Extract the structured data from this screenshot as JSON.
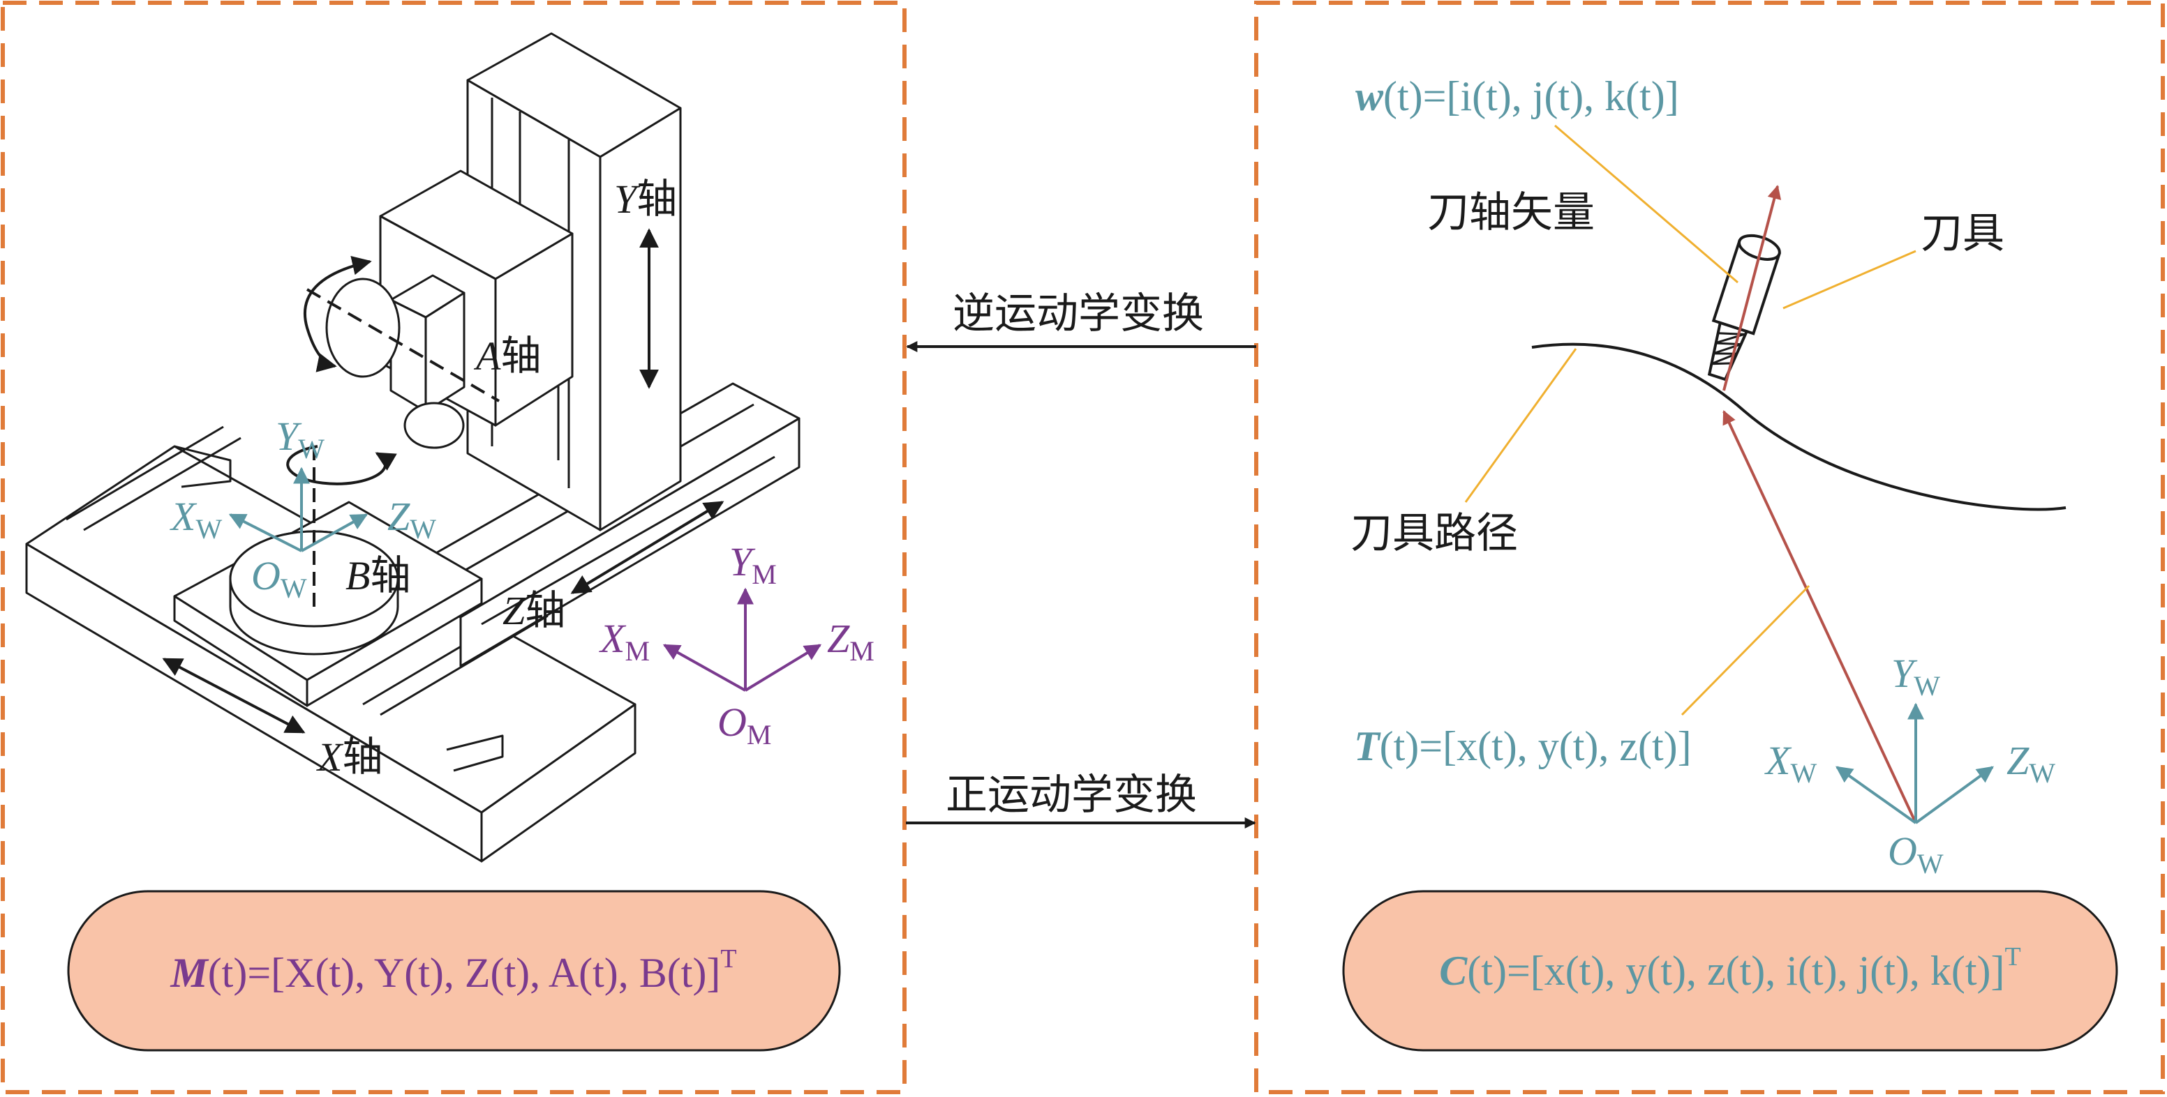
{
  "colors": {
    "panel_border": "#e07b39",
    "pill_fill": "#f9c3a8",
    "teal": "#5b97a3",
    "purple": "#7a3a8e",
    "dark_red": "#b5524a",
    "leader_orange": "#f0b030"
  },
  "left_panel": {
    "axis_labels": {
      "y_axis": {
        "var": "Y",
        "suffix": "轴"
      },
      "a_axis": {
        "var": "A",
        "suffix": "轴"
      },
      "b_axis": {
        "var": "B",
        "suffix": "轴"
      },
      "z_axis": {
        "var": "Z",
        "suffix": "轴"
      },
      "x_axis": {
        "var": "X",
        "suffix": "轴"
      }
    },
    "workpiece_frame": {
      "y": {
        "main": "Y",
        "sub": "W"
      },
      "x": {
        "main": "X",
        "sub": "W"
      },
      "z": {
        "main": "Z",
        "sub": "W"
      },
      "o": {
        "main": "O",
        "sub": "W"
      }
    },
    "machine_frame": {
      "y": {
        "main": "Y",
        "sub": "M"
      },
      "x": {
        "main": "X",
        "sub": "M"
      },
      "z": {
        "main": "Z",
        "sub": "M"
      },
      "o": {
        "main": "O",
        "sub": "M"
      }
    },
    "formula": {
      "name": "M",
      "body": "(t)=[X(t), Y(t), Z(t), A(t), B(t)]",
      "sup": "T"
    }
  },
  "arrows": {
    "inverse_label": "逆运动学变换",
    "forward_label": "正运动学变换"
  },
  "right_panel": {
    "w_formula": {
      "name": "w",
      "body": "(t)=[i(t), j(t), k(t)]"
    },
    "tool_axis_vector": "刀轴矢量",
    "tool": "刀具",
    "tool_path": "刀具路径",
    "t_formula": {
      "name": "T",
      "body": "(t)=[x(t), y(t), z(t)]"
    },
    "frame": {
      "y": {
        "main": "Y",
        "sub": "W"
      },
      "x": {
        "main": "X",
        "sub": "W"
      },
      "z": {
        "main": "Z",
        "sub": "W"
      },
      "o": {
        "main": "O",
        "sub": "W"
      }
    },
    "formula": {
      "name": "C",
      "body": "(t)=[x(t), y(t), z(t), i(t), j(t), k(t)]",
      "sup": "T"
    }
  }
}
